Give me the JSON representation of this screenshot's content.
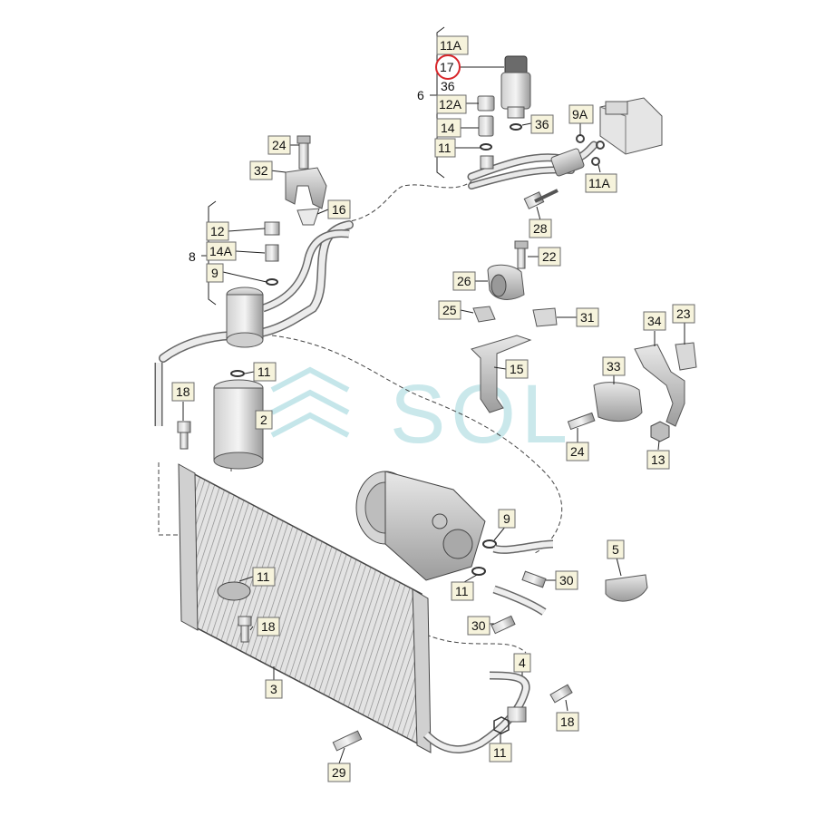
{
  "watermark": "SOL",
  "highlighted": "17",
  "labels": {
    "p11A_top": "11A",
    "p17": "17",
    "p36_group": "36",
    "p6": "6",
    "p12A": "12A",
    "p36": "36",
    "p14": "14",
    "p11_top": "11",
    "p9A": "9A",
    "p11A_right": "11A",
    "p28": "28",
    "p24_top": "24",
    "p32": "32",
    "p16": "16",
    "p12": "12",
    "p14A": "14A",
    "p8": "8",
    "p9_left": "9",
    "p22": "22",
    "p26": "26",
    "p25": "25",
    "p31": "31",
    "p34": "34",
    "p23": "23",
    "p15": "15",
    "p33": "33",
    "p11_mid": "11",
    "p18_left": "18",
    "p2": "2",
    "p24_right": "24",
    "p13": "13",
    "p9_right": "9",
    "p5": "5",
    "p11_low": "11",
    "p18_low": "18",
    "p11_comp": "11",
    "p30_a": "30",
    "p30_b": "30",
    "p3": "3",
    "p4": "4",
    "p18_right": "18",
    "p11_bottom": "11",
    "p29": "29"
  }
}
